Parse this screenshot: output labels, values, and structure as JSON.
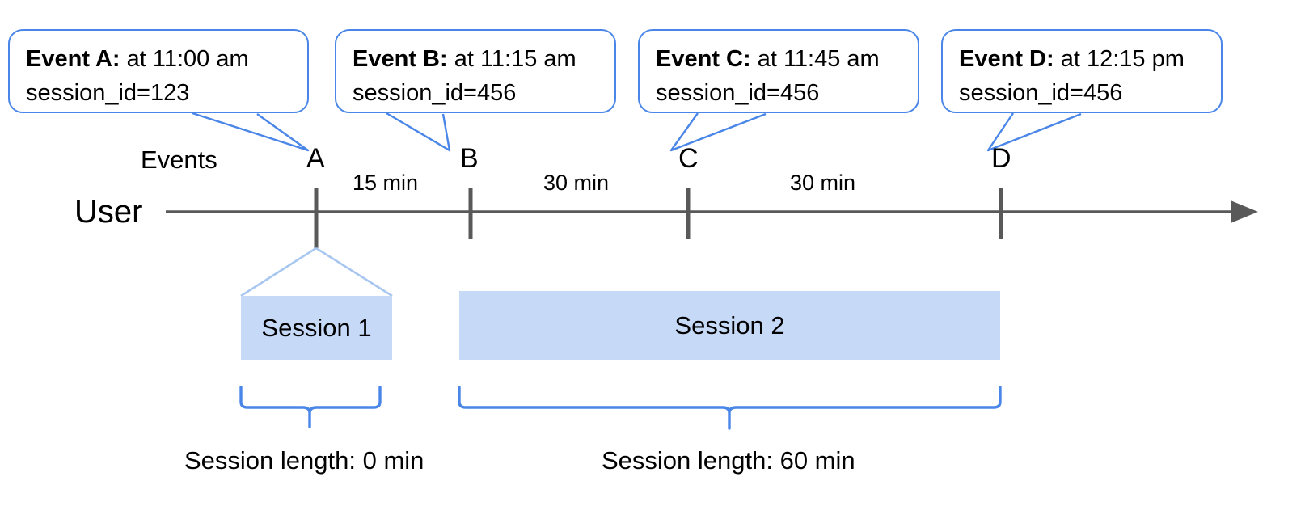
{
  "diagram": {
    "title_text_present": false,
    "colors": {
      "callout_border": "#4a86e8",
      "callout_fill": "#ffffff",
      "session_fill": "#c6d9f7",
      "axis": "#595959",
      "brace": "#4a86e8",
      "leader": "#a8c7f0",
      "text": "#000000"
    }
  },
  "callouts": [
    {
      "id": "a",
      "bold": "Event A:",
      "rest": " at 11:00 am",
      "line2": "session_id=123"
    },
    {
      "id": "b",
      "bold": "Event B:",
      "rest": " at 11:15 am",
      "line2": "session_id=456"
    },
    {
      "id": "c",
      "bold": "Event C:",
      "rest": " at 11:45 am",
      "line2": "session_id=456"
    },
    {
      "id": "d",
      "bold": "Event D:",
      "rest": " at 12:15 pm",
      "line2": "session_id=456"
    }
  ],
  "timeline": {
    "row_label_events": "Events",
    "row_label_user": "User",
    "markers": [
      {
        "label": "A"
      },
      {
        "label": "B"
      },
      {
        "label": "C"
      },
      {
        "label": "D"
      }
    ],
    "intervals": [
      {
        "label": "15 min",
        "from": "A",
        "to": "B"
      },
      {
        "label": "30 min",
        "from": "B",
        "to": "C"
      },
      {
        "label": "30 min",
        "from": "C",
        "to": "D"
      }
    ]
  },
  "sessions": [
    {
      "name": "Session 1",
      "length_label": "Session length: 0 min"
    },
    {
      "name": "Session 2",
      "length_label": "Session length: 60 min"
    }
  ]
}
